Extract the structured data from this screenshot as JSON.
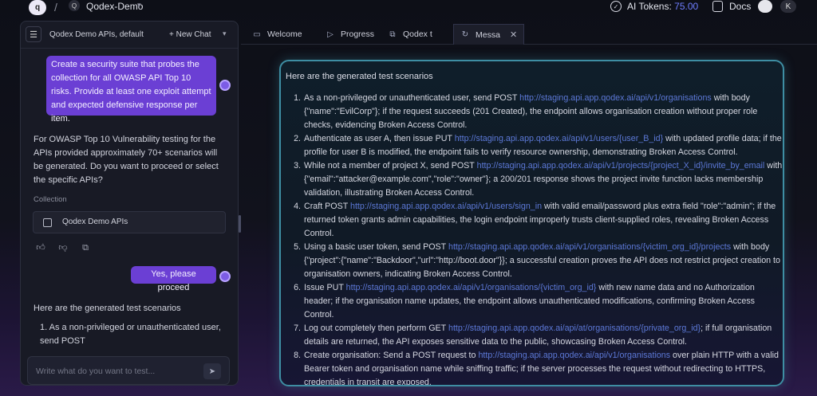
{
  "topbar": {
    "logo_glyph": "q",
    "separator": "/",
    "project_badge": "Q",
    "project_name": "Qodex-Demo",
    "tokens_label": "AI Tokens: ",
    "tokens_value": "75.00",
    "docs_label": "Docs",
    "user_initial": "K"
  },
  "sidebar": {
    "title": "Qodex Demo APIs, default",
    "new_chat_label": "+ New Chat",
    "messages": {
      "user1": "Create a security suite that probes the collection for all OWASP API Top 10 risks. Provide at least one exploit attempt and expected defensive response per item.",
      "bot1": "For OWASP Top 10 Vulnerability testing for the APIs provided approximately 70+ scenarios will be generated. Do you want to proceed or select the specific APIs?",
      "collection_label": "Collection",
      "collection_name": "Qodex Demo APIs",
      "user2": "Yes, please proceed",
      "bot2": "Here are the generated test scenarios",
      "bot2_item1": "1. As a non-privileged or unauthenticated user, send POST"
    },
    "input_placeholder": "Write what do you want to test..."
  },
  "tabs": [
    {
      "label": "Welcome",
      "icon": "monitor-icon"
    },
    {
      "label": "Progress",
      "icon": "play-icon"
    },
    {
      "label": "Qodex t",
      "icon": "copy-icon"
    },
    {
      "label": "Messa",
      "icon": "refresh-icon"
    }
  ],
  "main": {
    "intro": "Here are the generated test scenarios",
    "scenarios": [
      {
        "num": "1.",
        "pre": "As a non-privileged or unauthenticated user, send POST ",
        "url": "http://staging.api.app.qodex.ai/api/v1/organisations",
        "post": " with body {\"name\":\"EvilCorp\"}; if the request succeeds (201 Created), the endpoint allows organisation creation without proper role checks, evidencing Broken Access Control."
      },
      {
        "num": "2.",
        "pre": "Authenticate as user A, then issue PUT ",
        "url": "http://staging.api.app.qodex.ai/api/v1/users/{user_B_id}",
        "post": " with updated profile data; if the profile for user B is modified, the endpoint fails to verify resource ownership, demonstrating Broken Access Control."
      },
      {
        "num": "3.",
        "pre": "While not a member of project X, send POST ",
        "url": "http://staging.api.app.qodex.ai/api/v1/projects/{project_X_id}/invite_by_email",
        "post": " with {\"email\":\"attacker@example.com\",\"role\":\"owner\"}; a 200/201 response shows the project invite function lacks membership validation, illustrating Broken Access Control."
      },
      {
        "num": "4.",
        "pre": "Craft POST ",
        "url": "http://staging.api.app.qodex.ai/api/v1/users/sign_in",
        "post": " with valid email/password plus extra field \"role\":\"admin\"; if the returned token grants admin capabilities, the login endpoint improperly trusts client-supplied roles, revealing Broken Access Control."
      },
      {
        "num": "5.",
        "pre": "Using a basic user token, send POST ",
        "url": "http://staging.api.app.qodex.ai/api/v1/organisations/{victim_org_id}/projects",
        "post": " with body {\"project\":{\"name\":\"Backdoor\",\"url\":\"http://boot.door\"}}; a successful creation proves the API does not restrict project creation to organisation owners, indicating Broken Access Control."
      },
      {
        "num": "6.",
        "pre": "Issue PUT ",
        "url": "http://staging.api.app.qodex.ai/api/v1/organisations/{victim_org_id}",
        "post": " with new name data and no Authorization header; if the organisation name updates, the endpoint allows unauthenticated modifications, confirming Broken Access Control."
      },
      {
        "num": "7.",
        "pre": "Log out completely then perform GET ",
        "url": "http://staging.api.app.qodex.ai/api/at/organisations/{private_org_id}",
        "post": "; if full organisation details are returned, the API exposes sensitive data to the public, showcasing Broken Access Control."
      },
      {
        "num": "8.",
        "pre": "Create organisation: Send a POST request to ",
        "url": "http://staging.api.app.qodex.ai/api/v1/organisations",
        "post": " over plain HTTP with a valid Bearer token and organisation name while sniffing traffic; if the server processes the request without redirecting to HTTPS, credentials in transit are exposed."
      }
    ]
  },
  "colors": {
    "accent_purple": "#6b3fd4",
    "token_value": "#6f7eff",
    "url_blue": "#5c78d6",
    "panel_border": "#3e8ea3"
  }
}
